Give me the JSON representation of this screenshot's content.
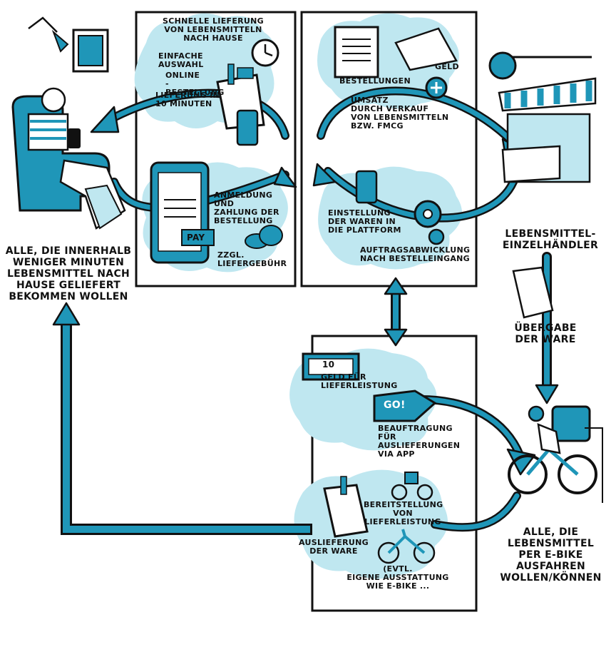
{
  "colors": {
    "teal": "#1f96b8",
    "ink": "#111111",
    "cloud": "#bfe7f0"
  },
  "actors": {
    "customer": "ALLE, DIE INNERHALB\nWENIGER MINUTEN\nLEBENSMITTEL NACH\nHAUSE GELIEFERT\nBEKOMMEN WOLLEN",
    "retailer": "LEBENSMITTEL-\nEINZELHÄNDLER",
    "courier": "ALLE, DIE\nLEBENSMITTEL\nPER E-BIKE\nAUSFAHREN\nWOLLEN/KÖNNEN"
  },
  "customer_panel": {
    "fast_delivery": "SCHNELLE LIEFERUNG\nVON LEBENSMITTELN\nNACH HAUSE",
    "simple_order": "EINFACHE\nAUSWAHL",
    "online_order": "ONLINE\n-BESTELLUNG",
    "delivery_time": "LIEFERUNG IN\n10 MINUTEN",
    "registration": "ANMELDUNG\nUND\nZAHLUNG DER\nBESTELLUNG",
    "pay_button": "PAY",
    "fee": "ZZGL.\nLIEFERGEBÜHR"
  },
  "retailer_panel": {
    "orders": "BESTELLUNGEN",
    "money": "GELD",
    "revenue": "UMSATZ\nDURCH VERKAUF\nVON LEBENSMITTELN\nBZW. FMCG",
    "listing": "EINSTELLUNG\nDER WAREN IN\nDIE PLATTFORM",
    "processing": "AUFTRAGSABWICKLUNG\nNACH BESTELLEINGANG"
  },
  "courier_panel": {
    "money": "GELD FÜR\nLIEFERLEISTUNG",
    "go": "GO!",
    "assignment": "BEAUFTRAGUNG\nFÜR AUSLIEFERUNGEN\nVIA APP",
    "provision": "BEREITSTELLUNG\nVON\nLIEFERLEISTUNG",
    "delivery": "AUSLIEFERUNG\nDER WARE",
    "equipment": "(EVTL.\nEIGENE AUSSTATTUNG\nWIE E-BIKE ..."
  },
  "handover": "ÜBERGABE\nDER WARE",
  "money_note": "10"
}
